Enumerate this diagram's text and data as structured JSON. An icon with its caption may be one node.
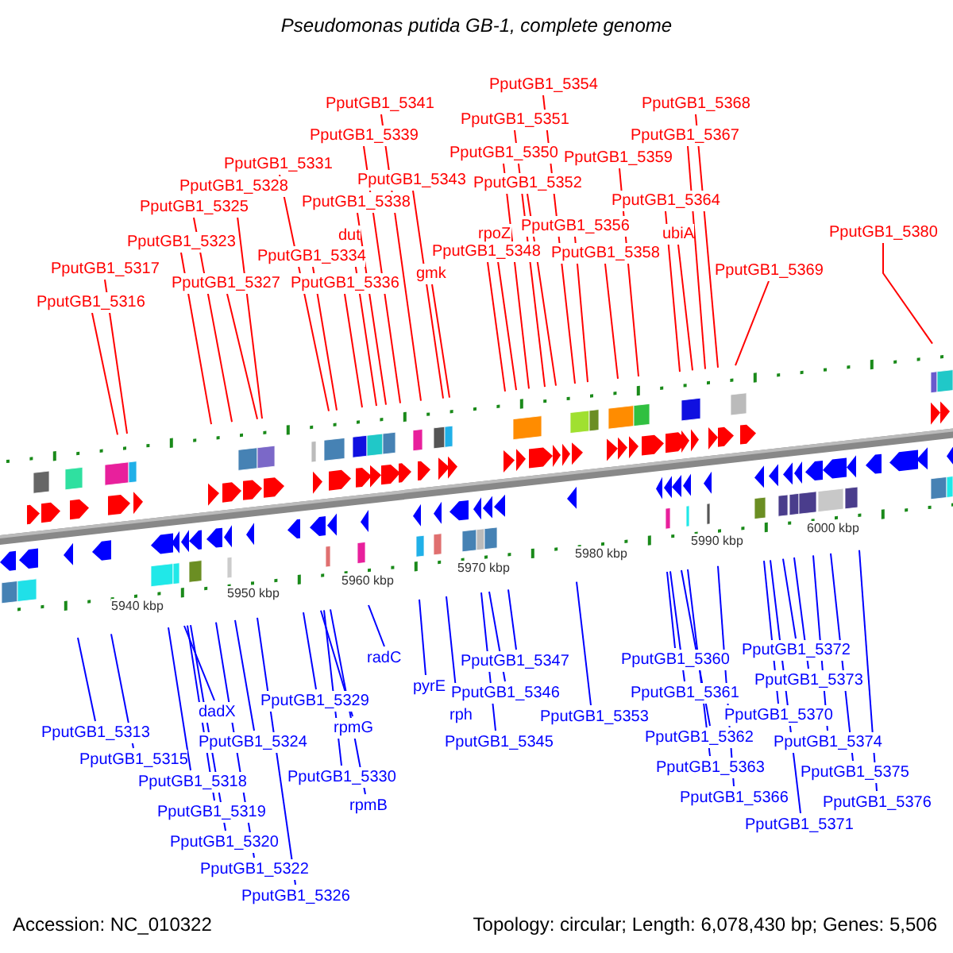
{
  "diagram": {
    "title": "Pseudomonas putida GB-1, complete genome",
    "nodes": [
      {
        "text": [
          "PputGB1_5316"
        ]
      },
      {
        "text": [
          "PputGB1_5317"
        ]
      },
      {
        "text": [
          "PputGB1_5323"
        ]
      },
      {
        "text": [
          "PputGB1_5325"
        ]
      },
      {
        "text": [
          "PputGB1_5327"
        ]
      },
      {
        "text": [
          "PputGB1_5328"
        ]
      },
      {
        "text": [
          "PputGB1_5331"
        ]
      },
      {
        "text": [
          "PputGB1_5334"
        ]
      },
      {
        "text": [
          "PputGB1_5336"
        ]
      },
      {
        "text": [
          "dut"
        ]
      },
      {
        "text": [
          "PputGB1_5338"
        ]
      },
      {
        "text": [
          "PputGB1_5339"
        ]
      },
      {
        "text": [
          "PputGB1_5341"
        ]
      },
      {
        "text": [
          "PputGB1_5343"
        ]
      },
      {
        "text": [
          "gmk"
        ]
      },
      {
        "text": [
          "PputGB1_5348"
        ]
      },
      {
        "text": [
          "rpoZ"
        ]
      },
      {
        "text": [
          "PputGB1_5350"
        ]
      },
      {
        "text": [
          "PputGB1_5351"
        ]
      },
      {
        "text": [
          "PputGB1_5352"
        ]
      },
      {
        "text": [
          "PputGB1_5354"
        ]
      },
      {
        "text": [
          "PputGB1_5356"
        ]
      },
      {
        "text": [
          "PputGB1_5358"
        ]
      },
      {
        "text": [
          "PputGB1_5359"
        ]
      },
      {
        "text": [
          "PputGB1_5364"
        ]
      },
      {
        "text": [
          "ubiA"
        ]
      },
      {
        "text": [
          "PputGB1_5367"
        ]
      },
      {
        "text": [
          "PputGB1_5368"
        ]
      },
      {
        "text": [
          "PputGB1_5369"
        ]
      },
      {
        "text": [
          "PputGB1_5380"
        ]
      },
      {
        "text": [
          "PputGB1_5313"
        ]
      },
      {
        "text": [
          "PputGB1_5315"
        ]
      },
      {
        "text": [
          "PputGB1_5318"
        ]
      },
      {
        "text": [
          "dadX"
        ]
      },
      {
        "text": [
          "PputGB1_5319"
        ]
      },
      {
        "text": [
          "PputGB1_5320"
        ]
      },
      {
        "text": [
          "PputGB1_5322"
        ]
      },
      {
        "text": [
          "PputGB1_5324"
        ]
      },
      {
        "text": [
          "PputGB1_5326"
        ]
      },
      {
        "text": [
          "PputGB1_5329"
        ]
      },
      {
        "text": [
          "rpmG"
        ]
      },
      {
        "text": [
          "PputGB1_5330"
        ]
      },
      {
        "text": [
          "rpmB"
        ]
      },
      {
        "text": [
          "radC"
        ]
      },
      {
        "text": [
          "pyrE"
        ]
      },
      {
        "text": [
          "PputGB1_5347"
        ]
      },
      {
        "text": [
          "PputGB1_5346"
        ]
      },
      {
        "text": [
          "rph"
        ]
      },
      {
        "text": [
          "PputGB1_5345"
        ]
      },
      {
        "text": [
          "PputGB1_5353"
        ]
      },
      {
        "text": [
          "PputGB1_5360"
        ]
      },
      {
        "text": [
          "PputGB1_5361"
        ]
      },
      {
        "text": [
          "PputGB1_5362"
        ]
      },
      {
        "text": [
          "PputGB1_5363"
        ]
      },
      {
        "text": [
          "PputGB1_5366"
        ]
      },
      {
        "text": [
          "PputGB1_5371"
        ]
      },
      {
        "text": [
          "PputGB1_5370"
        ]
      },
      {
        "text": [
          "PputGB1_5372"
        ]
      },
      {
        "text": [
          "PputGB1_5373"
        ]
      },
      {
        "text": [
          "PputGB1_5374"
        ]
      },
      {
        "text": [
          "PputGB1_5375"
        ]
      },
      {
        "text": [
          "PputGB1_5376"
        ]
      }
    ],
    "edges": [
      {
        "from": 0,
        "to": null,
        "arrow": "none",
        "color": "#ff0000"
      },
      {
        "from": 1,
        "to": null,
        "arrow": "none",
        "color": "#ff0000"
      },
      {
        "from": 2,
        "to": null,
        "arrow": "none",
        "color": "#ff0000"
      },
      {
        "from": 3,
        "to": null,
        "arrow": "none",
        "color": "#ff0000"
      },
      {
        "from": 4,
        "to": null,
        "arrow": "none",
        "color": "#ff0000"
      },
      {
        "from": 5,
        "to": null,
        "arrow": "none",
        "color": "#ff0000"
      },
      {
        "from": 6,
        "to": null,
        "arrow": "none",
        "color": "#ff0000"
      },
      {
        "from": 7,
        "to": null,
        "arrow": "none",
        "color": "#ff0000"
      },
      {
        "from": 8,
        "to": null,
        "arrow": "none",
        "color": "#ff0000"
      },
      {
        "from": 9,
        "to": null,
        "arrow": "none",
        "color": "#ff0000"
      },
      {
        "from": 10,
        "to": null,
        "arrow": "none",
        "color": "#ff0000"
      },
      {
        "from": 11,
        "to": null,
        "arrow": "none",
        "color": "#ff0000"
      },
      {
        "from": 12,
        "to": null,
        "arrow": "none",
        "color": "#ff0000"
      },
      {
        "from": 13,
        "to": null,
        "arrow": "none",
        "color": "#ff0000"
      },
      {
        "from": 14,
        "to": null,
        "arrow": "none",
        "color": "#ff0000"
      },
      {
        "from": 15,
        "to": null,
        "arrow": "none",
        "color": "#ff0000"
      },
      {
        "from": 16,
        "to": null,
        "arrow": "none",
        "color": "#ff0000"
      },
      {
        "from": 17,
        "to": null,
        "arrow": "none",
        "color": "#ff0000"
      },
      {
        "from": 18,
        "to": null,
        "arrow": "none",
        "color": "#ff0000"
      },
      {
        "from": 19,
        "to": null,
        "arrow": "none",
        "color": "#ff0000"
      },
      {
        "from": 20,
        "to": null,
        "arrow": "none",
        "color": "#ff0000"
      },
      {
        "from": 21,
        "to": null,
        "arrow": "none",
        "color": "#ff0000"
      },
      {
        "from": 22,
        "to": null,
        "arrow": "none",
        "color": "#ff0000"
      },
      {
        "from": 23,
        "to": null,
        "arrow": "none",
        "color": "#ff0000"
      },
      {
        "from": 24,
        "to": null,
        "arrow": "none",
        "color": "#ff0000"
      },
      {
        "from": 25,
        "to": null,
        "arrow": "none",
        "color": "#ff0000"
      },
      {
        "from": 26,
        "to": null,
        "arrow": "none",
        "color": "#ff0000"
      },
      {
        "from": 27,
        "to": null,
        "arrow": "none",
        "color": "#ff0000"
      },
      {
        "from": 28,
        "to": null,
        "arrow": "none",
        "color": "#ff0000"
      },
      {
        "from": 29,
        "to": null,
        "arrow": "none",
        "color": "#ff0000"
      },
      {
        "from": 30,
        "to": null,
        "arrow": "none"
      },
      {
        "from": 31,
        "to": null,
        "arrow": "none"
      },
      {
        "from": 32,
        "to": null,
        "arrow": "none"
      },
      {
        "from": 33,
        "to": null,
        "arrow": "none"
      },
      {
        "from": 34,
        "to": null,
        "arrow": "none"
      },
      {
        "from": 35,
        "to": null,
        "arrow": "none"
      },
      {
        "from": 36,
        "to": null,
        "arrow": "none"
      },
      {
        "from": 37,
        "to": null,
        "arrow": "none"
      },
      {
        "from": 38,
        "to": null,
        "arrow": "none"
      },
      {
        "from": 39,
        "to": null,
        "arrow": "none"
      },
      {
        "from": 40,
        "to": null,
        "arrow": "none"
      },
      {
        "from": 41,
        "to": null,
        "arrow": "none"
      },
      {
        "from": 42,
        "to": null,
        "arrow": "none"
      },
      {
        "from": 43,
        "to": null,
        "arrow": "none"
      },
      {
        "from": 44,
        "to": null,
        "arrow": "none"
      },
      {
        "from": 45,
        "to": null,
        "arrow": "none"
      },
      {
        "from": 46,
        "to": null,
        "arrow": "none"
      },
      {
        "from": 47,
        "to": null,
        "arrow": "none"
      },
      {
        "from": 48,
        "to": null,
        "arrow": "none"
      },
      {
        "from": 49,
        "to": null,
        "arrow": "none"
      },
      {
        "from": 50,
        "to": null,
        "arrow": "none"
      },
      {
        "from": 51,
        "to": null,
        "arrow": "none"
      },
      {
        "from": 52,
        "to": null,
        "arrow": "none"
      },
      {
        "from": 53,
        "to": null,
        "arrow": "none"
      },
      {
        "from": 54,
        "to": null,
        "arrow": "none"
      },
      {
        "from": 55,
        "to": null,
        "arrow": "none"
      },
      {
        "from": 56,
        "to": null,
        "arrow": "none"
      },
      {
        "from": 57,
        "to": null,
        "arrow": "none"
      },
      {
        "from": 58,
        "to": null,
        "arrow": "none"
      },
      {
        "from": 59,
        "to": null,
        "arrow": "none"
      },
      {
        "from": 60,
        "to": null,
        "arrow": "none"
      },
      {
        "from": 61,
        "to": null,
        "arrow": "none"
      }
    ],
    "labels": [
      "5940 kbp",
      "5950 kbp",
      "5960 kbp",
      "5970 kbp",
      "5980 kbp",
      "5990 kbp",
      "6000 kbp",
      "Accession: NC_010322",
      "Topology: circular; Length: 6,078,430 bp; Genes: 5,506"
    ]
  }
}
